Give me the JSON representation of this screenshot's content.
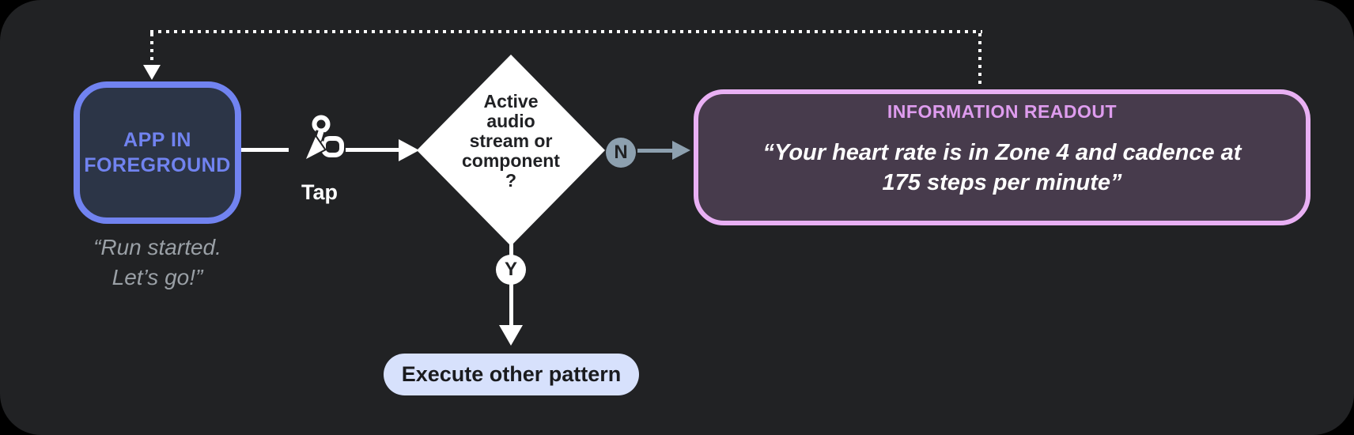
{
  "colors": {
    "canvas": "#212224",
    "app_accent": "#7183f0",
    "app_fill": "#2c3547",
    "caption_gray": "#9aa0a6",
    "slate": "#8da0af",
    "readout_border": "#e9b0f4",
    "readout_title": "#de9cee",
    "readout_fill": "#473b4c",
    "pill_fill": "#d7e1fc"
  },
  "app_node": {
    "line1": "APP IN",
    "line2": "FOREGROUND"
  },
  "app_caption": {
    "line1": "“Run started.",
    "line2": "Let’s go!”"
  },
  "tap": {
    "label": "Tap"
  },
  "decision": {
    "line1": "Active",
    "line2": "audio",
    "line3": "stream or",
    "line4": "component",
    "line5": "?"
  },
  "branches": {
    "no": "N",
    "yes": "Y"
  },
  "readout": {
    "title": "INFORMATION READOUT",
    "quote_line1": "“Your heart rate is in Zone 4 and cadence at",
    "quote_line2": "175 steps per minute”"
  },
  "execute": {
    "label": "Execute other pattern"
  }
}
